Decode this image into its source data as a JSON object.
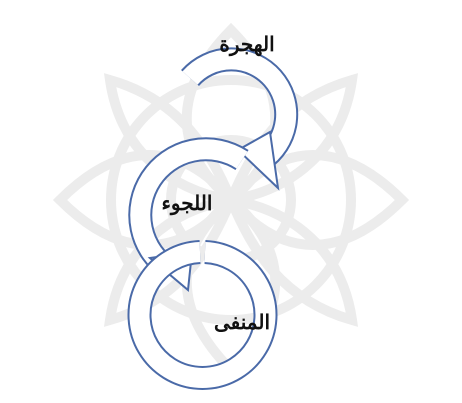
{
  "stages": [
    {
      "label": "الهجرة"
    },
    {
      "label": "اللجوء"
    },
    {
      "label": "المنفى"
    }
  ],
  "colors": {
    "arrow_outline": "#4a6aa8",
    "arrow_fill": "#ffffff",
    "label": "#111111",
    "watermark": "#ececec"
  }
}
